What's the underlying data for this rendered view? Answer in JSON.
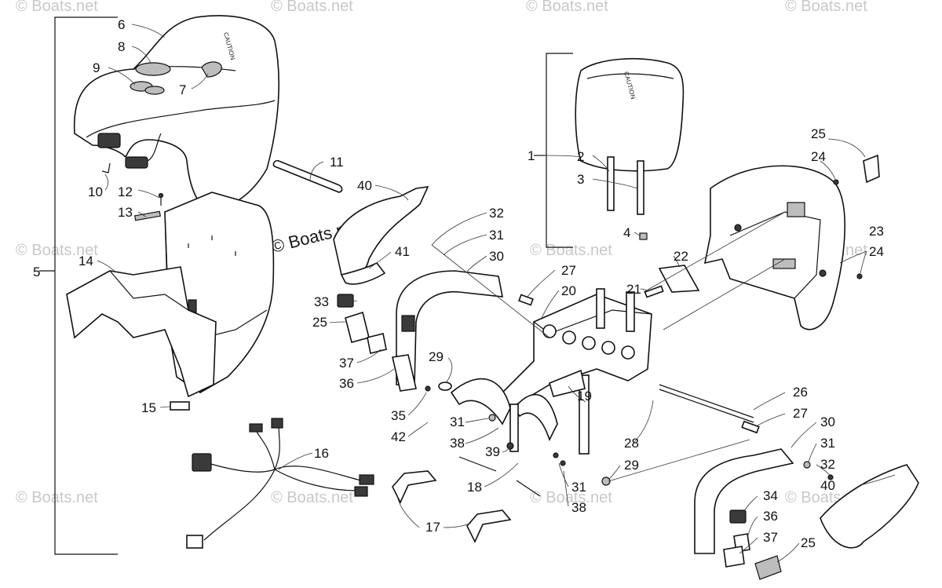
{
  "watermark": {
    "center_text": "© Boats.net",
    "repeat_text": "© Boats.net"
  },
  "callouts": {
    "c1": "1",
    "c2": "2",
    "c3": "3",
    "c4": "4",
    "c5": "5",
    "c6": "6",
    "c7": "7",
    "c8": "8",
    "c9": "9",
    "c10": "10",
    "c11": "11",
    "c12": "12",
    "c13": "13",
    "c14": "14",
    "c15": "15",
    "c16": "16",
    "c17": "17",
    "c18": "18",
    "c19": "19",
    "c20": "20",
    "c21": "21",
    "c22": "22",
    "c23": "23",
    "c24a": "24",
    "c24b": "24",
    "c25a": "25",
    "c25b": "25",
    "c25c": "25",
    "c26": "26",
    "c27a": "27",
    "c27b": "27",
    "c28": "28",
    "c29a": "29",
    "c29b": "29",
    "c30a": "30",
    "c30b": "30",
    "c31a": "31",
    "c31b": "31",
    "c31c": "31",
    "c31d": "31",
    "c32a": "32",
    "c32b": "32",
    "c33": "33",
    "c34": "34",
    "c35": "35",
    "c36a": "36",
    "c36b": "36",
    "c37a": "37",
    "c37b": "37",
    "c38a": "38",
    "c38b": "38",
    "c39": "39",
    "c40a": "40",
    "c40b": "40",
    "c41": "41",
    "c42": "42"
  },
  "seat_caution_text": "CAUTION"
}
